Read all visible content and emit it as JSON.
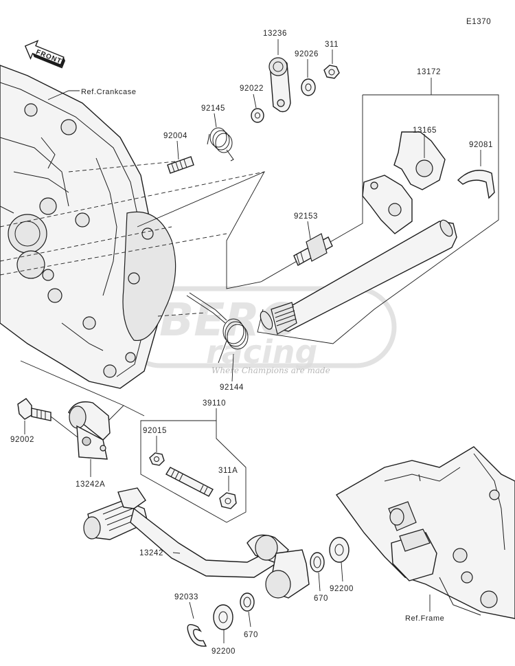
{
  "diagram_code": "E1370",
  "front_label": "FRONT",
  "refs": {
    "crankcase": "Ref.Crankcase",
    "frame": "Ref.Frame"
  },
  "parts": {
    "p13236": "13236",
    "p311": "311",
    "p92026": "92026",
    "p92022": "92022",
    "p13172": "13172",
    "p92145": "92145",
    "p13165": "13165",
    "p92004": "92004",
    "p92081": "92081",
    "p92153": "92153",
    "p92144": "92144",
    "p39110": "39110",
    "p92015": "92015",
    "p92002": "92002",
    "p13242A": "13242A",
    "p311A": "311A",
    "p13242": "13242",
    "p670a": "670",
    "p92200a": "92200",
    "p92033": "92033",
    "p670b": "670",
    "p92200b": "92200"
  },
  "watermark": {
    "brand_top": "BERG",
    "brand_bottom": "racing",
    "tagline": "Where Champions are made"
  }
}
